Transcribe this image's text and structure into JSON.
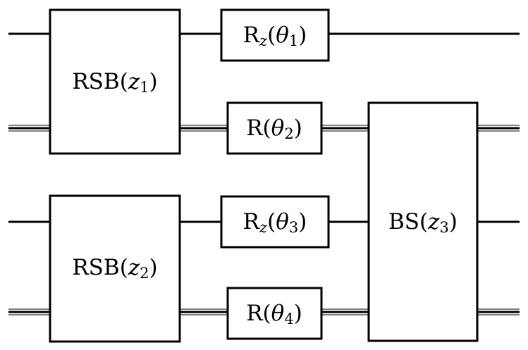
{
  "gates": {
    "rsb1": {
      "name": "RSB",
      "open": "(",
      "var": "z",
      "sub": "1",
      "close": ")"
    },
    "rsb2": {
      "name": "RSB",
      "open": "(",
      "var": "z",
      "sub": "2",
      "close": ")"
    },
    "bs3": {
      "name": "BS",
      "open": "(",
      "var": "z",
      "sub": "3",
      "close": ")"
    },
    "rz1": {
      "name": "R",
      "name_sub": "z",
      "open": "(",
      "var": "θ",
      "sub": "1",
      "close": ")"
    },
    "r2": {
      "name": "R",
      "open": "(",
      "var": "θ",
      "sub": "2",
      "close": ")"
    },
    "rz3": {
      "name": "R",
      "name_sub": "z",
      "open": "(",
      "var": "θ",
      "sub": "3",
      "close": ")"
    },
    "r4": {
      "name": "R",
      "open": "(",
      "var": "θ",
      "sub": "4",
      "close": ")"
    }
  }
}
